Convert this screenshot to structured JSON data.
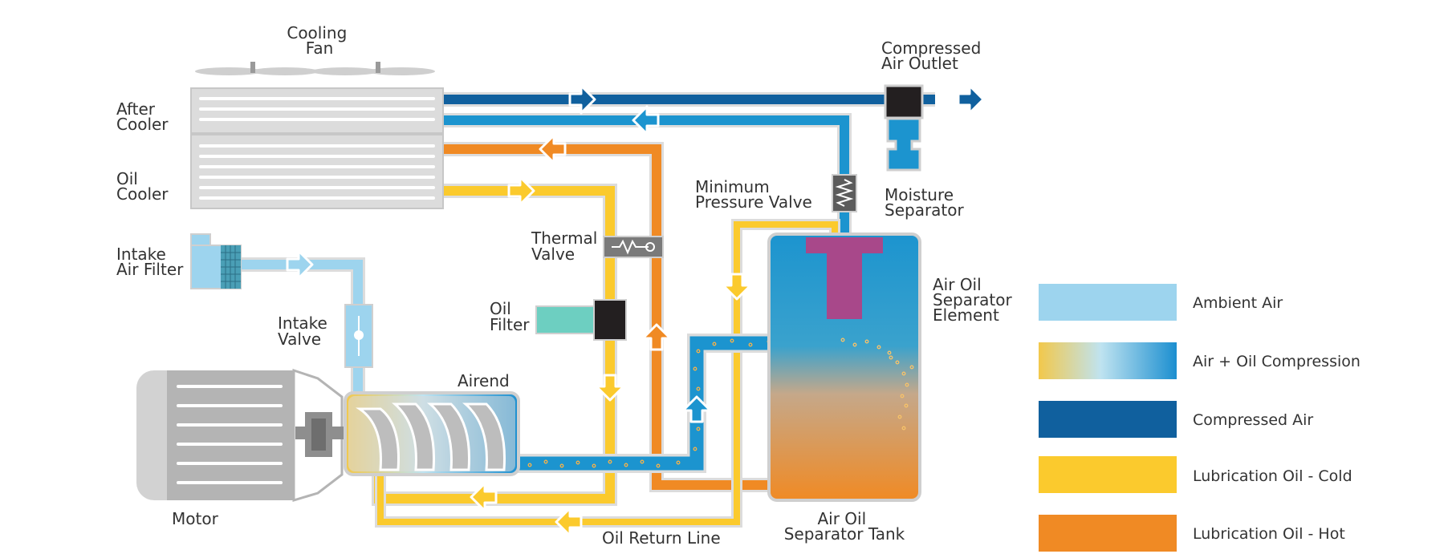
{
  "labels": {
    "cooling_fan": [
      "Cooling",
      "Fan"
    ],
    "after_cooler": [
      "After",
      "Cooler"
    ],
    "oil_cooler": [
      "Oil",
      "Cooler"
    ],
    "intake_air_filter": [
      "Intake",
      "Air Filter"
    ],
    "intake_valve": [
      "Intake",
      "Valve"
    ],
    "motor": "Motor",
    "airend": "Airend",
    "thermal_valve": [
      "Thermal",
      "Valve"
    ],
    "oil_filter": [
      "Oil",
      "Filter"
    ],
    "minimum_pressure_valve": [
      "Minimum",
      "Pressure Valve"
    ],
    "compressed_air_outlet": [
      "Compressed",
      "Air Outlet"
    ],
    "moisture_separator": [
      "Moisture",
      "Separator"
    ],
    "air_oil_separator_element": [
      "Air Oil",
      "Separator",
      "Element"
    ],
    "air_oil_separator_tank": [
      "Air Oil",
      "Separator Tank"
    ],
    "oil_return_line": "Oil Return Line"
  },
  "legend": [
    {
      "label": "Ambient Air",
      "color": "#9dd4ee"
    },
    {
      "label": "Air + Oil Compression",
      "colors": [
        "#f2c84b",
        "#bfe3f0",
        "#1c8fd0"
      ]
    },
    {
      "label": "Compressed Air",
      "color": "#10609e"
    },
    {
      "label": "Lubrication Oil - Cold",
      "color": "#fbca2d"
    },
    {
      "label": "Lubrication Oil - Hot",
      "color": "#f08a24"
    }
  ],
  "colors": {
    "ambient_air": "#9dd4ee",
    "air_line": "#1c94cf",
    "compressed_air": "#10609e",
    "oil_cold": "#fbca2d",
    "oil_hot": "#f08a24",
    "separator_element": "#a8488a",
    "oil_filter": "#6dcfc1",
    "cooler": "#dcdcdc",
    "motor": "#b4b4b4"
  },
  "icons": [
    "arrow-icon",
    "spring-icon",
    "fan-icon",
    "filter-mesh-icon",
    "valve-disc-icon"
  ]
}
